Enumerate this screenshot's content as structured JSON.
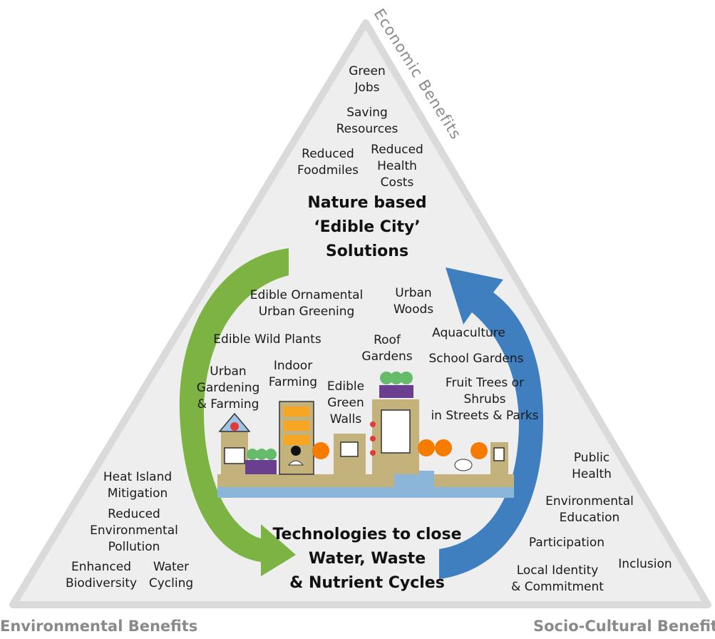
{
  "colors": {
    "triangle_fill": "#eeeeee",
    "triangle_stroke": "#dadada",
    "green_arrow": "#7cb342",
    "blue_arrow": "#3f7fc0",
    "building": "#c4b27c",
    "outline": "#333333",
    "water": "#8cb6d9"
  },
  "axes": {
    "economic": "Economic  Benefits",
    "environmental": "Environmental Benefits",
    "socio_cultural": "Socio-Cultural Benefits"
  },
  "economic_items": {
    "green_jobs": "Green\nJobs",
    "saving_resources": "Saving\nResources",
    "reduced_foodmiles": "Reduced\nFoodmiles",
    "reduced_health_costs": "Reduced\nHealth\nCosts"
  },
  "center": {
    "title": "Nature based\n‘Edible City’\nSolutions",
    "technologies": "Technologies to close\nWater, Waste\n& Nutrient Cycles"
  },
  "solutions": {
    "edible_ornamental": "Edible Ornamental\nUrban Greening",
    "urban_woods": "Urban\nWoods",
    "edible_wild_plants": "Edible Wild Plants",
    "roof_gardens": "Roof\nGardens",
    "aquaculture": "Aquaculture",
    "school_gardens": "School Gardens",
    "urban_gardening": "Urban\nGardening\n& Farming",
    "indoor_farming": "Indoor\nFarming",
    "edible_green_walls": "Edible\nGreen\nWalls",
    "fruit_trees": "Fruit Trees or\nShrubs\nin Streets & Parks"
  },
  "environmental_items": {
    "heat_island": "Heat Island\nMitigation",
    "reduced_pollution": "Reduced\nEnvironmental\nPollution",
    "enhanced_biodiversity": "Enhanced\nBiodiversity",
    "water_cycling": "Water\nCycling"
  },
  "socio_items": {
    "public_health": "Public\nHealth",
    "environmental_education": "Environmental\nEducation",
    "participation": "Participation",
    "inclusion": "Inclusion",
    "local_identity": "Local Identity\n& Commitment"
  }
}
